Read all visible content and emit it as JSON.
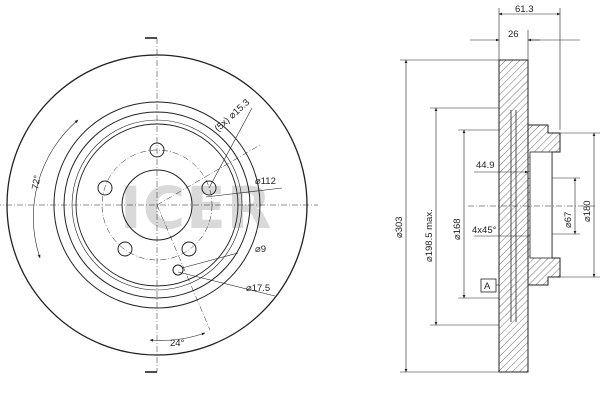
{
  "watermark": "ICER",
  "front_view": {
    "angle_top": "72°",
    "angle_bottom": "24°",
    "bolt_holes": "(5x) ⌀15.3",
    "bolt_circle": "⌀112",
    "pin_hole": "⌀9",
    "center_hole": "⌀17.5"
  },
  "side_view": {
    "overall_height": "61.3",
    "disc_thickness": "26",
    "outer_diameter": "⌀303",
    "friction_diameter": "⌀198.5 max.",
    "hub_diameter": "⌀168",
    "offset": "44.9",
    "chamfer": "4x45°",
    "center_bore": "⌀67",
    "hat_diameter": "⌀180",
    "datum": "A"
  }
}
